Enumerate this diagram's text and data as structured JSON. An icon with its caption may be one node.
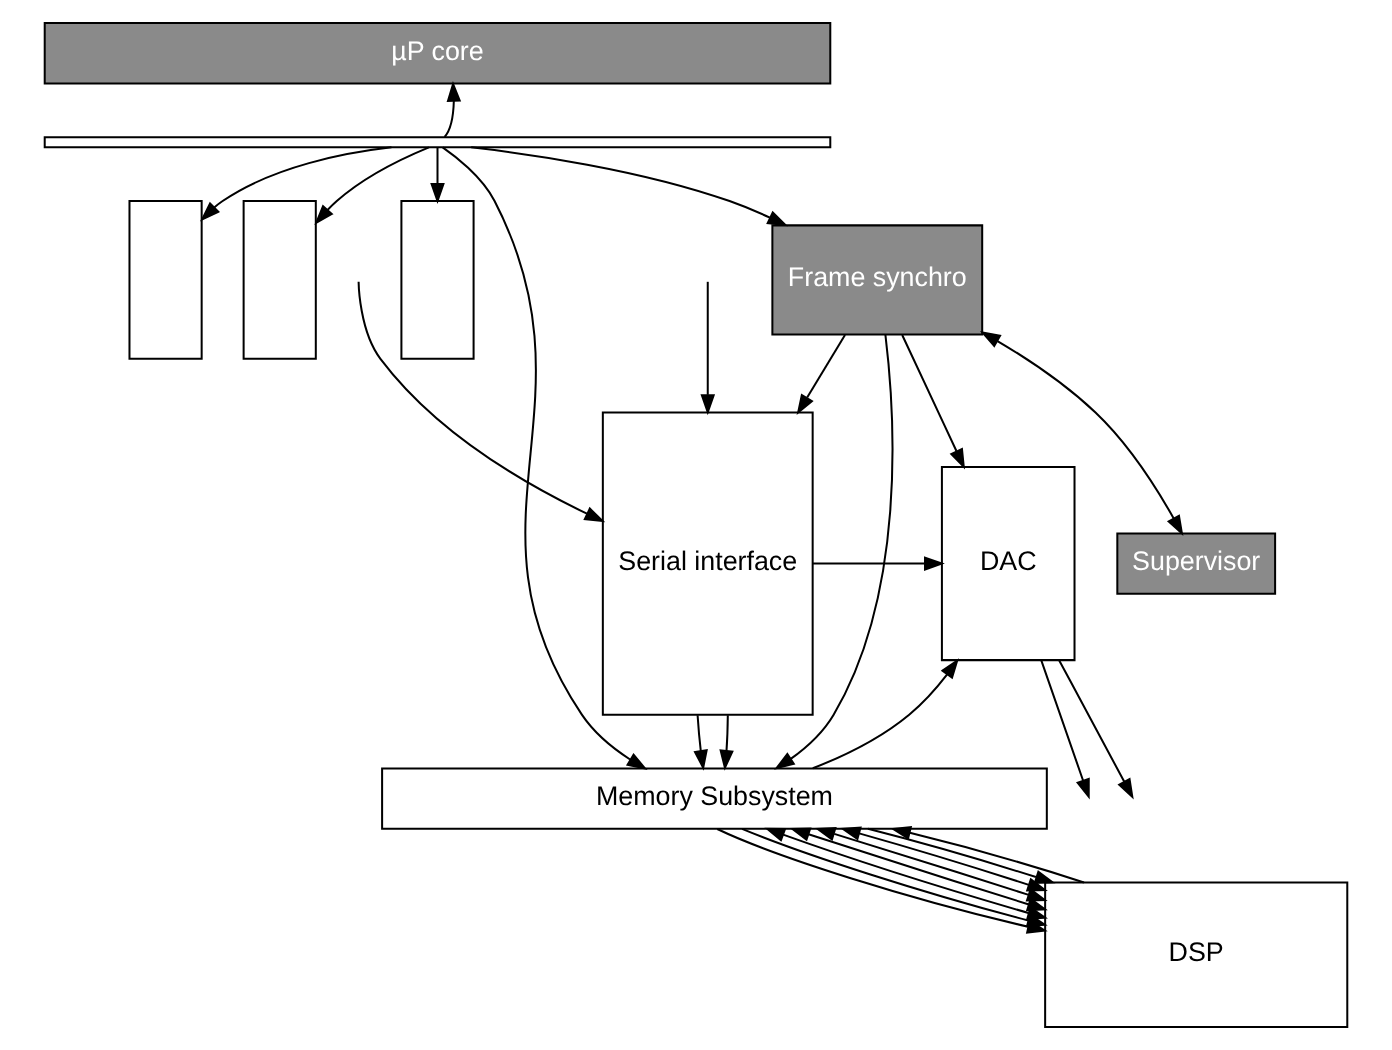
{
  "diagram": {
    "nodes": [
      {
        "text": [
          "µP core"
        ]
      },
      {
        "text": [],
        "shape": "bar"
      },
      {
        "text": [
          "Frame synchro"
        ]
      },
      {
        "text": [],
        "shape": "box"
      },
      {
        "text": [],
        "shape": "box"
      },
      {
        "text": [],
        "shape": "box"
      },
      {
        "text": [
          "Serial interface"
        ]
      },
      {
        "text": [
          "Memory Subsystem"
        ]
      },
      {
        "text": [
          "Supervisor"
        ]
      },
      {
        "text": [
          "DSP"
        ]
      },
      {
        "text": [
          "DAC"
        ]
      }
    ],
    "edges": [
      {
        "from": 1,
        "to": 0,
        "arrow": "to"
      },
      {
        "from": 1,
        "to": 2,
        "arrow": "to"
      },
      {
        "from": 1,
        "to": 3,
        "arrow": "to"
      },
      {
        "from": 1,
        "to": 4,
        "arrow": "to"
      },
      {
        "from": 1,
        "to": 5,
        "arrow": "to"
      },
      {
        "from": 1,
        "to": 7,
        "arrow": "to"
      },
      {
        "from": 2,
        "to": 6,
        "arrow": "to"
      },
      {
        "from": 2,
        "to": 7,
        "arrow": "to"
      },
      {
        "from": 2,
        "to": 10,
        "arrow": "to"
      },
      {
        "from": 2,
        "to": 8,
        "arrow": "both"
      },
      {
        "from": null,
        "to": 6,
        "arrow": "to"
      },
      {
        "from": null,
        "to": 6,
        "arrow": "to"
      },
      {
        "from": 6,
        "to": 7,
        "arrow": "to"
      },
      {
        "from": 6,
        "to": 7,
        "arrow": "to"
      },
      {
        "from": 7,
        "to": 9,
        "arrow": "to"
      },
      {
        "from": 7,
        "to": 9,
        "arrow": "to"
      },
      {
        "from": 7,
        "to": 9,
        "arrow": "both"
      },
      {
        "from": 7,
        "to": 9,
        "arrow": "both"
      },
      {
        "from": 7,
        "to": 9,
        "arrow": "both"
      },
      {
        "from": 7,
        "to": 9,
        "arrow": "both"
      },
      {
        "from": 7,
        "to": 9,
        "arrow": "to"
      },
      {
        "from": 9,
        "to": 7,
        "arrow": "to"
      },
      {
        "from": 7,
        "to": 10,
        "arrow": "to"
      },
      {
        "from": 6,
        "to": 10,
        "arrow": "to"
      },
      {
        "from": 10,
        "to": null,
        "arrow": "to"
      },
      {
        "from": 10,
        "to": null,
        "arrow": "to"
      }
    ]
  }
}
